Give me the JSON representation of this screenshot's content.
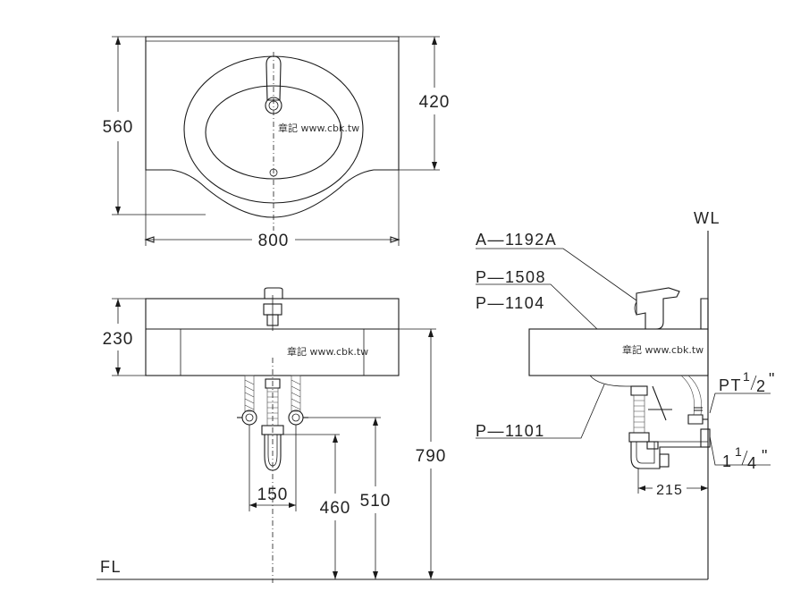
{
  "top_view": {
    "width_dim": "800",
    "depth_dim": "560",
    "bowl_depth_dim": "420"
  },
  "front_view": {
    "height_dim": "230",
    "drain_spacing_dim": "150",
    "drain_height_dim": "460",
    "supply_height_dim": "510",
    "rim_height_dim": "790",
    "floor_label": "FL"
  },
  "side_view": {
    "wall_label": "WL",
    "callouts": [
      "A—1192A",
      "P—1508",
      "P—1104",
      "P—1101"
    ],
    "supply_thread_prefix": "PT",
    "supply_thread_num": "1",
    "supply_thread_den": "2",
    "supply_thread_unit": "\"",
    "drain_size_whole": "1",
    "drain_size_num": "1",
    "drain_size_den": "4",
    "drain_size_unit": "\"",
    "wall_offset_dim": "215"
  },
  "watermark": "章記 www.cbk.tw"
}
